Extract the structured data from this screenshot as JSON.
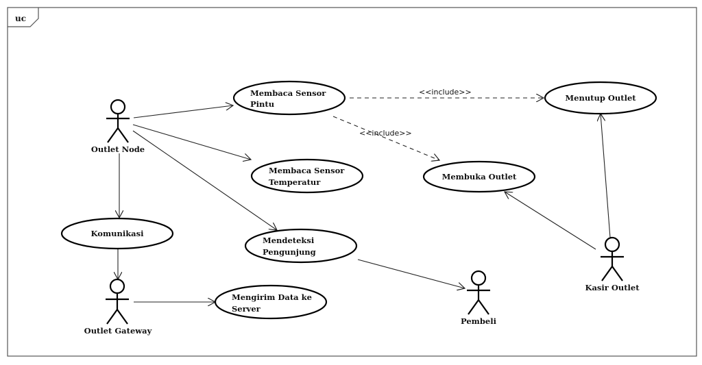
{
  "diagram": {
    "type": "uml-use-case",
    "frame_tag": "uc",
    "actors": [
      {
        "id": "outlet-node",
        "label": "Outlet Node"
      },
      {
        "id": "outlet-gateway",
        "label": "Outlet Gateway"
      },
      {
        "id": "pembeli",
        "label": "Pembeli"
      },
      {
        "id": "kasir-outlet",
        "label": "Kasir Outlet"
      }
    ],
    "use_cases": [
      {
        "id": "membaca-sensor-pintu",
        "lines": [
          "Membaca Sensor",
          "Pintu"
        ]
      },
      {
        "id": "membaca-sensor-temperatur",
        "lines": [
          "Membaca Sensor",
          "Temperatur"
        ]
      },
      {
        "id": "komunikasi",
        "lines": [
          "Komunikasi"
        ]
      },
      {
        "id": "mendeteksi-pengunjung",
        "lines": [
          "Mendeteksi",
          "Pengunjung"
        ]
      },
      {
        "id": "mengirim-data",
        "lines": [
          "Mengirim Data ke",
          "Server"
        ]
      },
      {
        "id": "menutup-outlet",
        "lines": [
          "Menutup Outlet"
        ]
      },
      {
        "id": "membuka-outlet",
        "lines": [
          "Membuka Outlet"
        ]
      }
    ],
    "relations": [
      {
        "from": "outlet-node",
        "to": "membaca-sensor-pintu",
        "kind": "association"
      },
      {
        "from": "outlet-node",
        "to": "membaca-sensor-temperatur",
        "kind": "association"
      },
      {
        "from": "outlet-node",
        "to": "komunikasi",
        "kind": "association"
      },
      {
        "from": "outlet-node",
        "to": "mendeteksi-pengunjung",
        "kind": "association"
      },
      {
        "from": "komunikasi",
        "to": "outlet-gateway",
        "kind": "association"
      },
      {
        "from": "outlet-gateway",
        "to": "mengirim-data",
        "kind": "association"
      },
      {
        "from": "mendeteksi-pengunjung",
        "to": "pembeli",
        "kind": "association"
      },
      {
        "from": "kasir-outlet",
        "to": "menutup-outlet",
        "kind": "association"
      },
      {
        "from": "kasir-outlet",
        "to": "membuka-outlet",
        "kind": "association"
      },
      {
        "from": "membaca-sensor-pintu",
        "to": "menutup-outlet",
        "kind": "include",
        "label": "<<include>>"
      },
      {
        "from": "membaca-sensor-pintu",
        "to": "membuka-outlet",
        "kind": "include",
        "label": "<<include>>"
      }
    ]
  }
}
